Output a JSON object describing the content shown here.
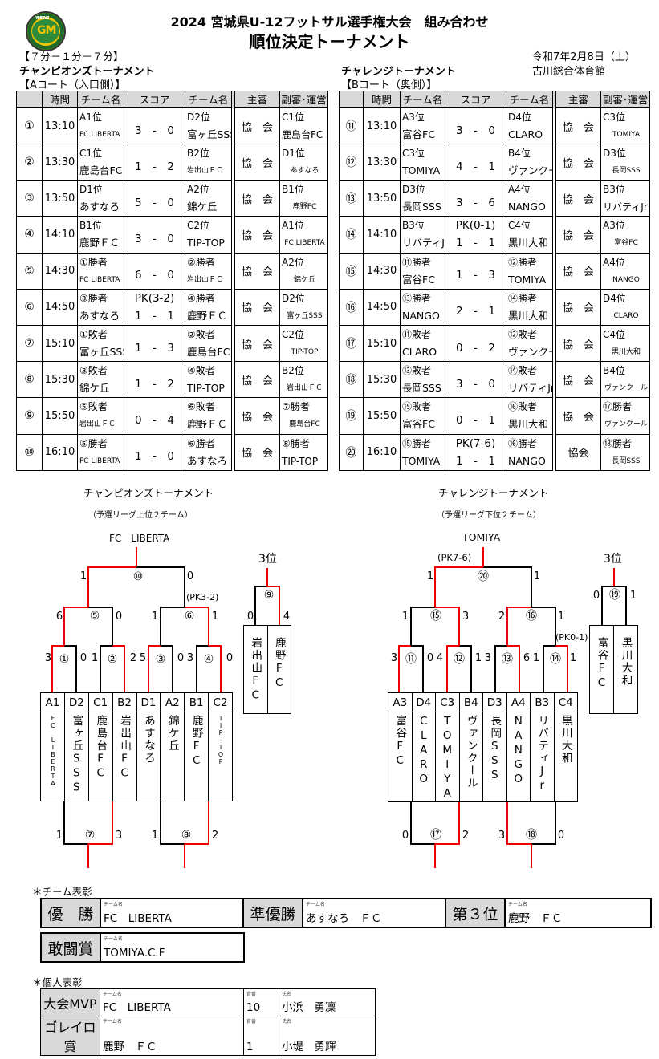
{
  "header": {
    "title": "2024 宮城県U-12フットサル選手権大会　組み合わせ",
    "subtitle": "順位決定トーナメント",
    "date": "令和7年2月8日（土）",
    "venue": "古川総合体育館",
    "format": "【７分－１分－７分】",
    "logo_text": "YMITAGI"
  },
  "left": {
    "name": "チャンピオンズトーナメント",
    "court": "【Aコート（入口側）】"
  },
  "right": {
    "name": "チャレンジトーナメント",
    "court": "【Bコート（奥側）】"
  },
  "columns": [
    "時間",
    "チーム名",
    "スコア",
    "チーム名",
    "主審",
    "副審･運営"
  ],
  "matches_a": [
    {
      "no": "①",
      "time": "13:10",
      "h1": "A1位",
      "h2": "FC LIBERTA",
      "h2s": true,
      "pk": "3　-　0",
      "sc": "",
      "a1": "D2位",
      "a2": "富ヶ丘SSS",
      "a2s": false,
      "ref": "協　会",
      "s1": "C1位",
      "s2": "鹿島台FC",
      "s2s": false
    },
    {
      "no": "②",
      "time": "13:30",
      "h1": "C1位",
      "h2": "鹿島台FC",
      "h2s": false,
      "pk": "1　-　2",
      "sc": "",
      "a1": "B2位",
      "a2": "岩出山ＦＣ",
      "a2s": true,
      "ref": "協　会",
      "s1": "D1位",
      "s2": "あすなろ",
      "s2s": true
    },
    {
      "no": "③",
      "time": "13:50",
      "h1": "D1位",
      "h2": "あすなろ",
      "h2s": false,
      "pk": "5　-　0",
      "sc": "",
      "a1": "A2位",
      "a2": "錦ケ丘",
      "a2s": false,
      "ref": "協　会",
      "s1": "B1位",
      "s2": "鹿野FC",
      "s2s": true
    },
    {
      "no": "④",
      "time": "14:10",
      "h1": "B1位",
      "h2": "鹿野ＦＣ",
      "h2s": false,
      "pk": "3　-　0",
      "sc": "",
      "a1": "C2位",
      "a2": "TIP-TOP",
      "a2s": false,
      "ref": "協　会",
      "s1": "A1位",
      "s2": "FC LIBERTA",
      "s2s": true
    },
    {
      "no": "⑤",
      "time": "14:30",
      "h1": "①勝者",
      "h2": "FC LIBERTA",
      "h2s": true,
      "pk": "6　-　0",
      "sc": "",
      "a1": "②勝者",
      "a2": "岩出山ＦＣ",
      "a2s": true,
      "ref": "協　会",
      "s1": "A2位",
      "s2": "錦ケ丘",
      "s2s": true
    },
    {
      "no": "⑥",
      "time": "14:50",
      "h1": "③勝者",
      "h2": "あすなろ",
      "h2s": false,
      "pk": "PK(3-2)",
      "sc": "1　-　1",
      "a1": "④勝者",
      "a2": "鹿野ＦＣ",
      "a2s": false,
      "ref": "協　会",
      "s1": "D2位",
      "s2": "富ヶ丘SSS",
      "s2s": true
    },
    {
      "no": "⑦",
      "time": "15:10",
      "h1": "①敗者",
      "h2": "富ヶ丘SSS",
      "h2s": false,
      "pk": "1　-　3",
      "sc": "",
      "a1": "②敗者",
      "a2": "鹿島台FC",
      "a2s": false,
      "ref": "協　会",
      "s1": "C2位",
      "s2": "TIP-TOP",
      "s2s": true
    },
    {
      "no": "⑧",
      "time": "15:30",
      "h1": "③敗者",
      "h2": "錦ケ丘",
      "h2s": false,
      "pk": "1　-　2",
      "sc": "",
      "a1": "④敗者",
      "a2": "TIP-TOP",
      "a2s": false,
      "ref": "協　会",
      "s1": "B2位",
      "s2": "岩出山ＦＣ",
      "s2s": true
    },
    {
      "no": "⑨",
      "time": "15:50",
      "h1": "⑤敗者",
      "h2": "岩出山ＦＣ",
      "h2s": true,
      "pk": "0　-　4",
      "sc": "",
      "a1": "⑥敗者",
      "a2": "鹿野ＦＣ",
      "a2s": false,
      "ref": "協　会",
      "s1": "⑦勝者",
      "s2": "鹿島台FC",
      "s2s": true
    },
    {
      "no": "⑩",
      "time": "16:10",
      "h1": "⑤勝者",
      "h2": "FC LIBERTA",
      "h2s": true,
      "pk": "1　-　0",
      "sc": "",
      "a1": "⑥勝者",
      "a2": "あすなろ",
      "a2s": false,
      "ref": "協　会",
      "s1": "⑧勝者",
      "s2": "TIP-TOP",
      "s2s": false
    }
  ],
  "matches_b": [
    {
      "no": "⑪",
      "time": "13:10",
      "h1": "A3位",
      "h2": "富谷FC",
      "h2s": false,
      "pk": "3　-　0",
      "sc": "",
      "a1": "D4位",
      "a2": "CLARO",
      "a2s": false,
      "ref": "協　会",
      "s1": "C3位",
      "s2": "TOMIYA",
      "s2s": true
    },
    {
      "no": "⑫",
      "time": "13:30",
      "h1": "C3位",
      "h2": "TOMIYA",
      "h2s": false,
      "pk": "4　-　1",
      "sc": "",
      "a1": "B4位",
      "a2": "ヴァンクール",
      "a2s": false,
      "ref": "協　会",
      "s1": "D3位",
      "s2": "長岡SSS",
      "s2s": true
    },
    {
      "no": "⑬",
      "time": "13:50",
      "h1": "D3位",
      "h2": "長岡SSS",
      "h2s": false,
      "pk": "3　-　6",
      "sc": "",
      "a1": "A4位",
      "a2": "NANGO",
      "a2s": false,
      "ref": "協　会",
      "s1": "B3位",
      "s2": "リバティJr",
      "s2s": false
    },
    {
      "no": "⑭",
      "time": "14:10",
      "h1": "B3位",
      "h2": "リバティJr",
      "h2s": false,
      "pk": "PK(0-1)",
      "sc": "1　-　1",
      "a1": "C4位",
      "a2": "黒川大和",
      "a2s": false,
      "ref": "協　会",
      "s1": "A3位",
      "s2": "富谷FC",
      "s2s": true
    },
    {
      "no": "⑮",
      "time": "14:30",
      "h1": "⑪勝者",
      "h2": "富谷FC",
      "h2s": false,
      "pk": "1　-　3",
      "sc": "",
      "a1": "⑫勝者",
      "a2": "TOMIYA",
      "a2s": false,
      "ref": "協　会",
      "s1": "A4位",
      "s2": "NANGO",
      "s2s": true
    },
    {
      "no": "⑯",
      "time": "14:50",
      "h1": "⑬勝者",
      "h2": "NANGO",
      "h2s": false,
      "pk": "2　-　1",
      "sc": "",
      "a1": "⑭勝者",
      "a2": "黒川大和",
      "a2s": false,
      "ref": "協　会",
      "s1": "D4位",
      "s2": "CLARO",
      "s2s": true
    },
    {
      "no": "⑰",
      "time": "15:10",
      "h1": "⑪敗者",
      "h2": "CLARO",
      "h2s": false,
      "pk": "0　-　2",
      "sc": "",
      "a1": "⑫敗者",
      "a2": "ヴァンクール",
      "a2s": false,
      "ref": "協　会",
      "s1": "C4位",
      "s2": "黒川大和",
      "s2s": true
    },
    {
      "no": "⑱",
      "time": "15:30",
      "h1": "⑬敗者",
      "h2": "長岡SSS",
      "h2s": false,
      "pk": "3　-　0",
      "sc": "",
      "a1": "⑭敗者",
      "a2": "リバティJr",
      "a2s": false,
      "ref": "協　会",
      "s1": "B4位",
      "s2": "ヴァンクール",
      "s2s": true
    },
    {
      "no": "⑲",
      "time": "15:50",
      "h1": "⑮敗者",
      "h2": "富谷FC",
      "h2s": false,
      "pk": "0　-　1",
      "sc": "",
      "a1": "⑯敗者",
      "a2": "黒川大和",
      "a2s": false,
      "ref": "協　会",
      "s1": "⑰勝者",
      "s2": "ヴァンクール",
      "s2s": true
    },
    {
      "no": "⑳",
      "time": "16:10",
      "h1": "⑮勝者",
      "h2": "TOMIYA",
      "h2s": false,
      "pk": "PK(7-6)",
      "sc": "1　-　1",
      "a1": "⑯勝者",
      "a2": "NANGO",
      "a2s": false,
      "ref": "協会",
      "s1": "⑱勝者",
      "s2": "長岡SSS",
      "s2s": true
    }
  ],
  "bracket_left": {
    "title": "チャンピオンズトーナメント",
    "note": "（予選リーグ上位２チーム）",
    "champion": "FC　LIBERTA",
    "third": "3位",
    "pk6": "(PK3-2)",
    "codes": [
      "A1",
      "D2",
      "C1",
      "B2",
      "D1",
      "A2",
      "B1",
      "C2"
    ],
    "names": [
      "FC LIBERTA",
      "富ヶ丘SSS",
      "鹿島台FC",
      "岩出山FC",
      "あすなろ",
      "錦ケ丘",
      "鹿野FC",
      "TIP-TOP"
    ],
    "third_names": [
      "岩出山FC",
      "鹿野FC"
    ]
  },
  "bracket_right": {
    "title": "チャレンジトーナメント",
    "note": "（予選リーグ下位２チーム）",
    "champion": "TOMIYA",
    "third": "3位",
    "pk20": "(PK7-6)",
    "pk14": "(PK0-1)",
    "codes": [
      "A3",
      "D4",
      "C3",
      "B4",
      "D3",
      "A4",
      "B3",
      "C4"
    ],
    "names": [
      "富谷FC",
      "CLARO",
      "TOMIYA",
      "ヴァンクール",
      "長岡SSS",
      "NANGO",
      "リバティJr",
      "黒川大和"
    ],
    "third_names": [
      "富谷FC",
      "黒川大和"
    ]
  },
  "awards": {
    "team_heading": "＊チーム表彰",
    "indiv_heading": "＊個人表彰",
    "cap_team": "チーム名",
    "cap_no": "背番",
    "cap_name": "氏名",
    "winner_label": "優　勝",
    "winner": "FC　LIBERTA",
    "runner_label": "準優勝",
    "runner": "あすなろ　ＦＣ",
    "third_label": "第３位",
    "third": "鹿野　ＦＣ",
    "fight_label": "敢闘賞",
    "fight": "TOMIYA.C.F",
    "mvp_label": "大会MVP",
    "mvp_team": "FC　LIBERTA",
    "mvp_no": "10",
    "mvp_name": "小浜　勇凜",
    "gk_label": "ゴレイロ賞",
    "gk_team": "鹿野　ＦＣ",
    "gk_no": "1",
    "gk_name": "小堤　勇輝"
  }
}
